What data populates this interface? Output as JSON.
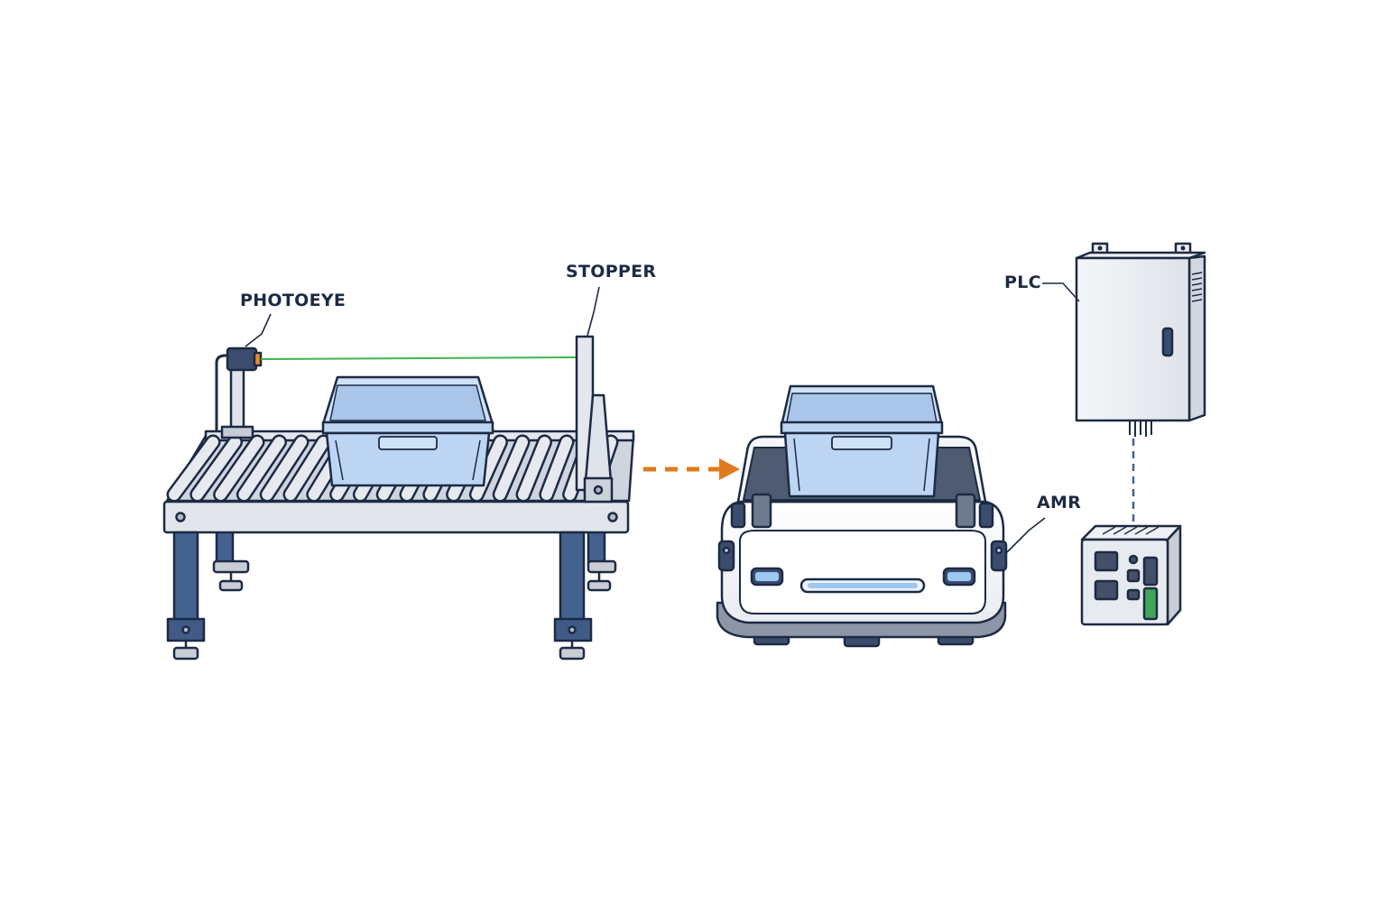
{
  "labels": {
    "photoeye": "PHOTOEYE",
    "stopper": "STOPPER",
    "plc": "PLC",
    "amr": "AMR"
  },
  "colors": {
    "outline": "#1d2a44",
    "steel": "#dfe3ea",
    "frame_blue": "#44628f",
    "tote_blue": "#bcd5f3",
    "beam_green": "#3fb54a",
    "flow_arrow": "#e07a1f",
    "sensor_orange": "#f08a24",
    "amr_light": "#9cc8f2"
  },
  "icons": {
    "photoeye": "photoeye-sensor-icon",
    "stopper": "stopper-gate-icon",
    "tote": "tote-bin-icon",
    "amr": "amr-robot-icon",
    "plc": "plc-cabinet-icon",
    "io_module": "io-module-icon",
    "transfer": "dashed-arrow-icon"
  }
}
